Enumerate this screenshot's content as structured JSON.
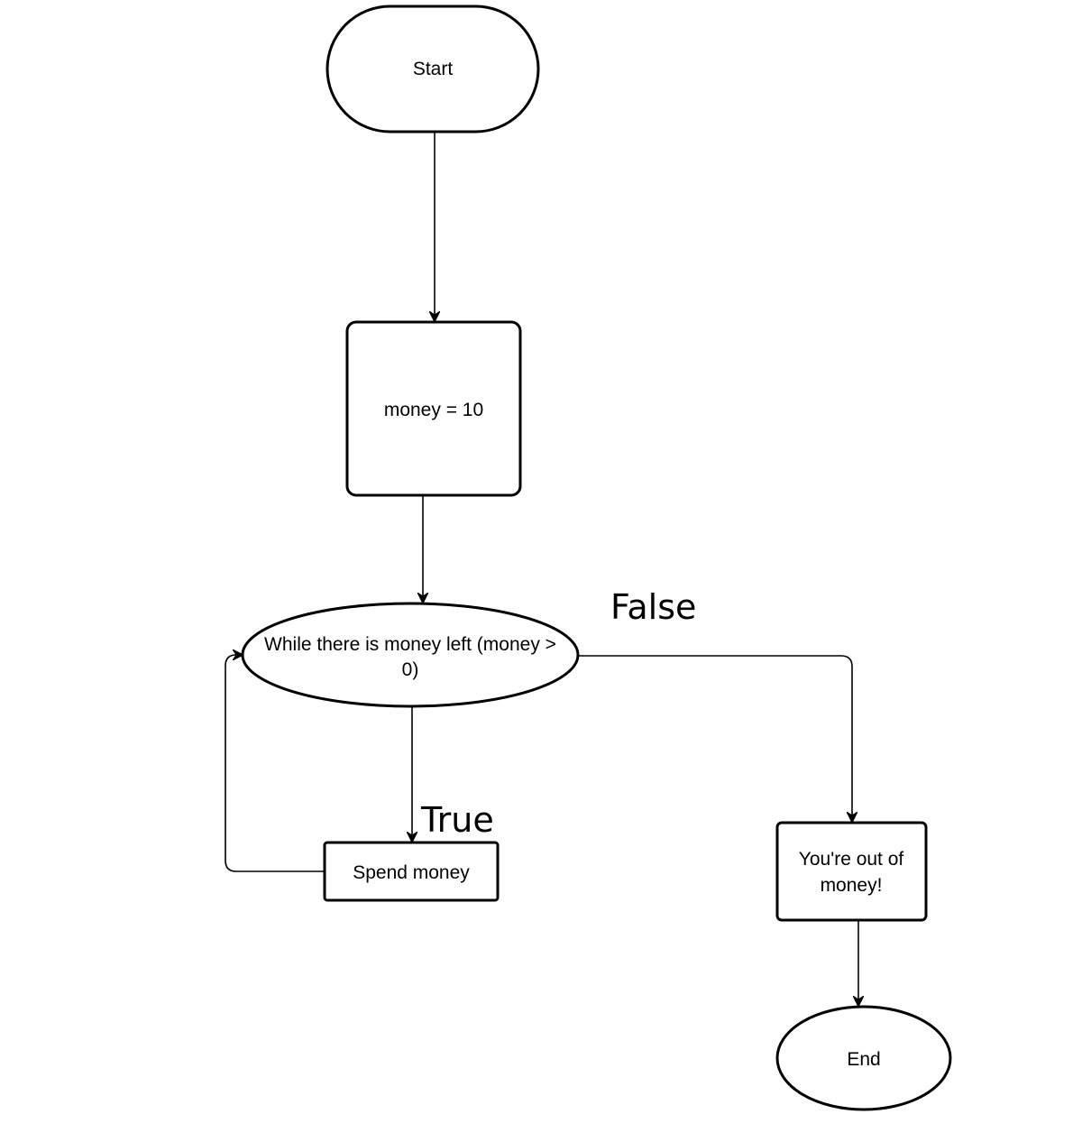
{
  "diagram": {
    "nodes": {
      "start": {
        "label": "Start",
        "shape": "terminal"
      },
      "init": {
        "label": "money = 10",
        "shape": "process"
      },
      "loop": {
        "label_line1": "While there is money left (money >",
        "label_line2": "0)",
        "shape": "ellipse"
      },
      "spend": {
        "label": "Spend money",
        "shape": "process"
      },
      "out": {
        "label_line1": "You're out of",
        "label_line2": "money!",
        "shape": "process"
      },
      "end": {
        "label": "End",
        "shape": "ellipse"
      }
    },
    "edges": [
      {
        "from": "start",
        "to": "init",
        "label": ""
      },
      {
        "from": "init",
        "to": "loop",
        "label": ""
      },
      {
        "from": "loop",
        "to": "spend",
        "label": "True"
      },
      {
        "from": "spend",
        "to": "loop",
        "label": ""
      },
      {
        "from": "loop",
        "to": "out",
        "label": "False"
      },
      {
        "from": "out",
        "to": "end",
        "label": ""
      }
    ],
    "labels": {
      "true_label": "True",
      "false_label": "False"
    }
  },
  "colors": {
    "stroke": "#000000",
    "background": "#ffffff"
  }
}
